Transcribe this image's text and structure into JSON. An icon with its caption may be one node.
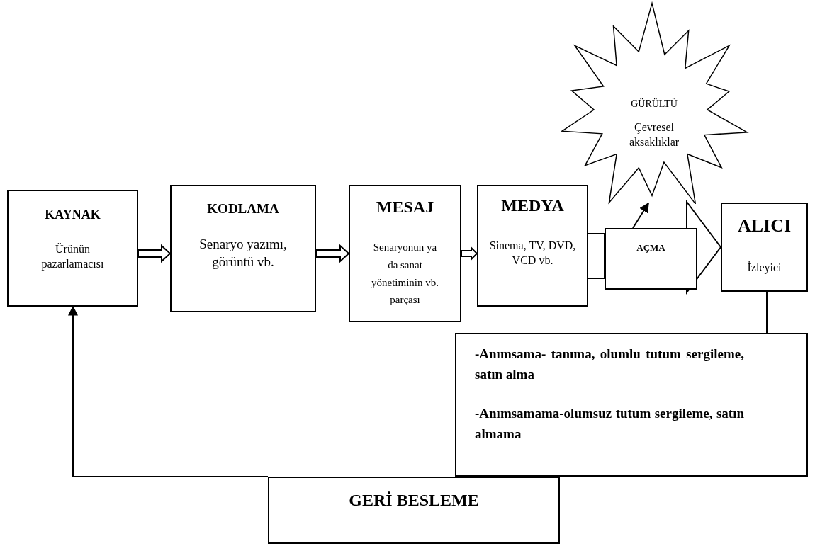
{
  "diagram": {
    "nodes": [
      {
        "text": [
          "KAYNAK",
          "Ürünün pazarlamacısı"
        ]
      },
      {
        "text": [
          "KODLAMA",
          "Senaryo yazımı, görüntü vb."
        ]
      },
      {
        "text": [
          "MESAJ",
          "Senaryonun ya da sanat yönetiminin vb. parçası"
        ]
      },
      {
        "text": [
          "MEDYA",
          "Sinema, TV, DVD, VCD vb."
        ]
      },
      {
        "text": [
          "AÇMA"
        ]
      },
      {
        "text": [
          "ALICI",
          "İzleyici"
        ]
      },
      {
        "text": [
          "GÜRÜLTÜ",
          "Çevresel aksaklıklar"
        ]
      },
      {
        "text": [
          "-Anımsama- tanıma, olumlu tutum sergileme, satın alma",
          "-Anımsamama-olumsuz tutum sergileme, satın almama"
        ]
      },
      {
        "text": [
          "GERİ BESLEME"
        ]
      }
    ],
    "edges": [
      {
        "from": 0,
        "to": 1,
        "arrow": "to",
        "style": "thick"
      },
      {
        "from": 1,
        "to": 2,
        "arrow": "to",
        "style": "thick"
      },
      {
        "from": 2,
        "to": 3,
        "arrow": "to",
        "style": "thick"
      },
      {
        "from": 3,
        "to": 4,
        "arrow": "none",
        "style": "thick"
      },
      {
        "from": 4,
        "to": 5,
        "arrow": "to",
        "style": "thick"
      },
      {
        "from": 4,
        "to": 6,
        "arrow": "to"
      },
      {
        "from": 5,
        "to": 7,
        "arrow": "none"
      },
      {
        "from": 8,
        "to": 0,
        "arrow": "to"
      }
    ]
  }
}
